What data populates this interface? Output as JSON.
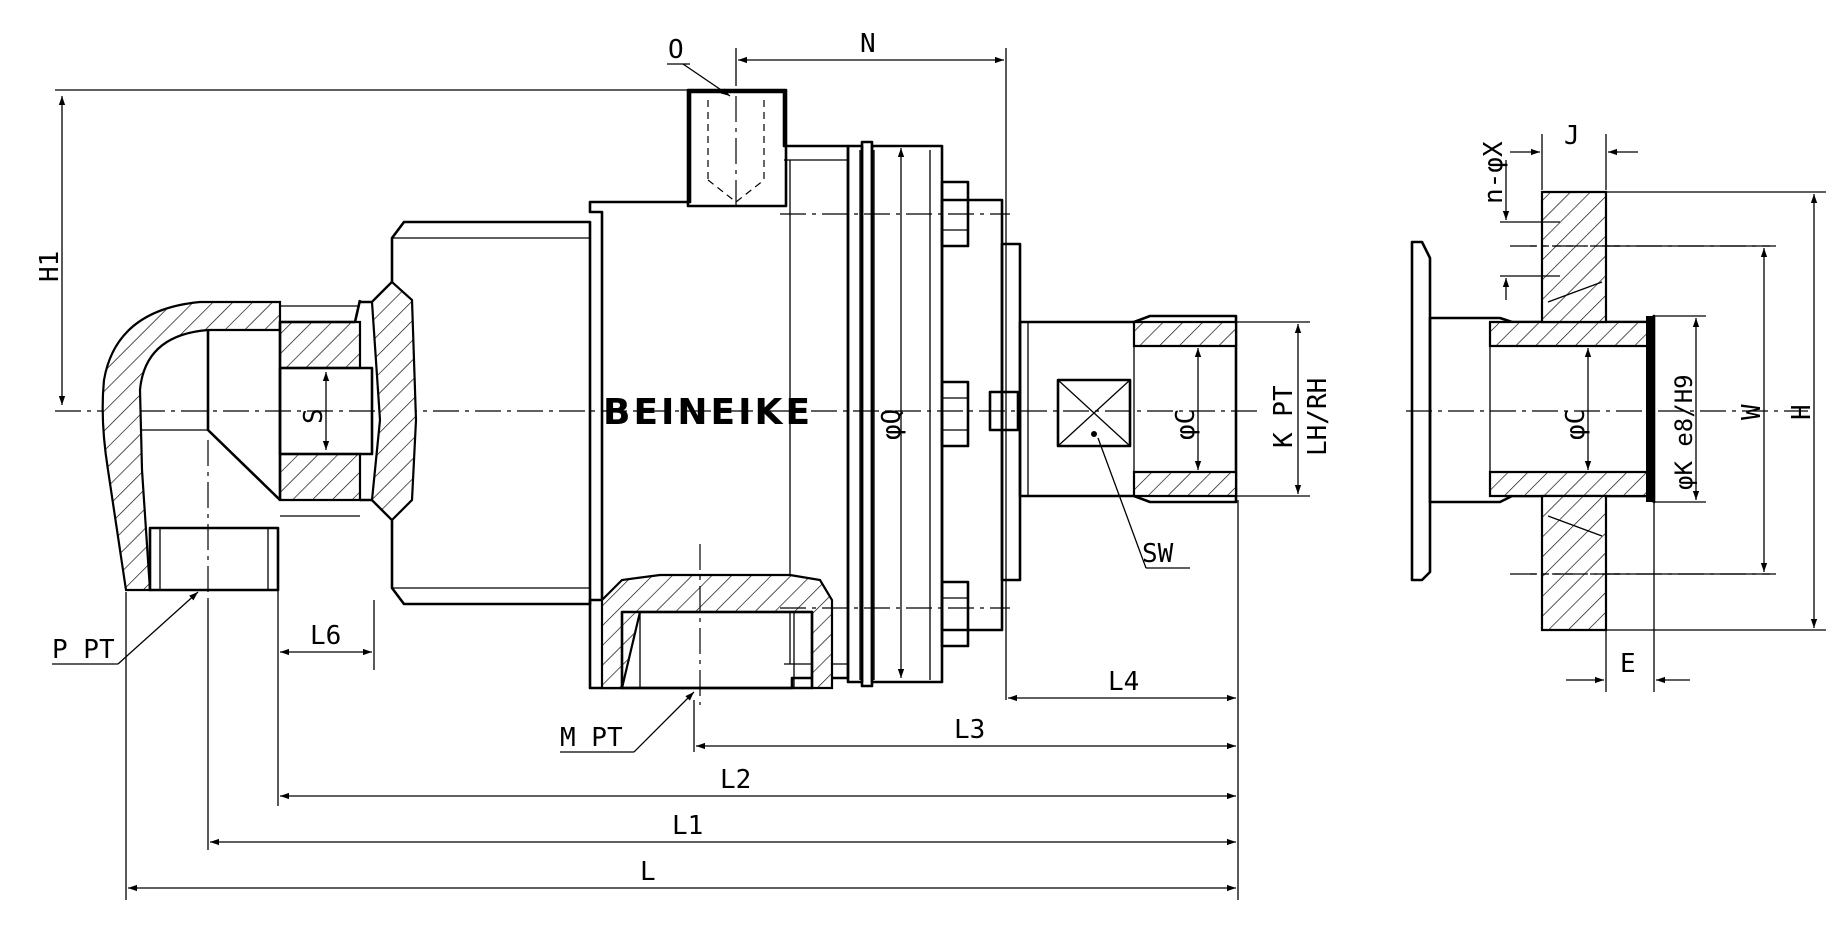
{
  "brand": "BEINEIKE",
  "labels": {
    "O": "O",
    "N": "N",
    "H1": "H1",
    "S": "S",
    "Q": "φQ",
    "C_main": "φC",
    "K_PT": "K PT",
    "LH_RH": "LH/RH",
    "SW": "SW",
    "P_PT": "P PT",
    "L6": "L6",
    "M_PT": "M PT",
    "L4": "L4",
    "L3": "L3",
    "L2": "L2",
    "L1": "L1",
    "L": "L",
    "n_X": "n-φX",
    "J": "J",
    "C_flange": "φC",
    "K_fit": "φK e8/H9",
    "W": "W",
    "H": "H",
    "E": "E"
  }
}
